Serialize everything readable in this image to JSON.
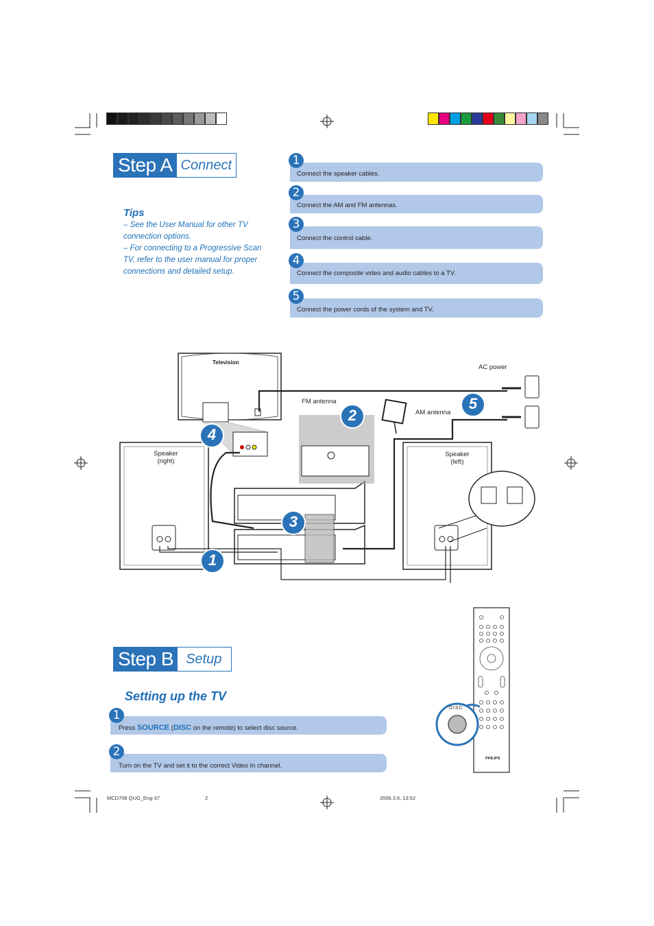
{
  "stepA": {
    "label": "Step A",
    "sub": "Connect"
  },
  "tips": {
    "title": "Tips",
    "items": [
      "–  See the User Manual for other TV connection options.",
      "–  For connecting to a Progressive Scan TV, refer to the user manual for proper connections and detailed setup."
    ]
  },
  "steps": [
    {
      "num": "1",
      "text": "Connect the speaker cables."
    },
    {
      "num": "2",
      "text": "Connect the AM and FM antennas."
    },
    {
      "num": "3",
      "text": "Connect the control cable."
    },
    {
      "num": "4",
      "text": "Connect the composite video and audio cables to a TV."
    },
    {
      "num": "5",
      "text": "Connect the power cords of the system and TV."
    }
  ],
  "diagram": {
    "television": "Television",
    "ac_power": "AC power",
    "fm_antenna": "FM antenna",
    "am_antenna": "AM antenna",
    "speaker_right_1": "Speaker",
    "speaker_right_2": "(right)",
    "speaker_left_1": "Speaker",
    "speaker_left_2": "(left)",
    "callouts": [
      "1",
      "2",
      "3",
      "4",
      "5"
    ],
    "remote_brand": "PHILIPS",
    "disc_label": "DISC"
  },
  "stepB": {
    "label": "Step B",
    "sub": "Setup"
  },
  "setting_title": "Setting up the TV",
  "setup_steps": [
    {
      "num": "1",
      "pre": "Press ",
      "b1": "SOURCE",
      "mid": " (",
      "b2": "DISC",
      "post": " on the remote) to select disc source."
    },
    {
      "num": "2",
      "text": "Turn on the TV and set it to the correct Video In channel."
    }
  ],
  "footer": {
    "left": "MCD708 QUG_Eng-37",
    "page": "2",
    "date": "2006.3.6, 13:52"
  },
  "colors": {
    "accent": "#2a73b8",
    "bar": "#b2c8e8"
  }
}
